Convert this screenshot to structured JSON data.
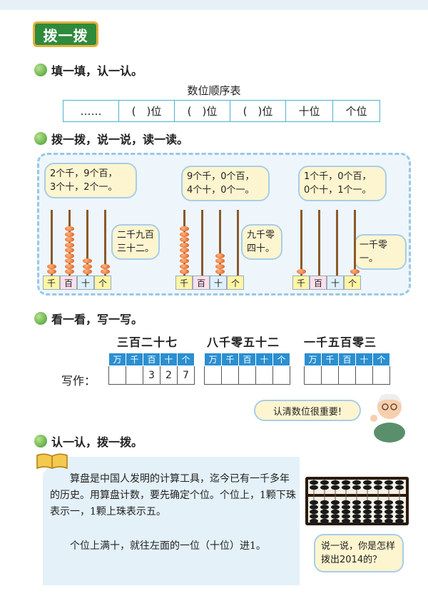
{
  "title": "拨一拨",
  "sections": {
    "fill": "填一填，认一认。",
    "dial": "拨一拨，说一说，读一读。",
    "look": "看一看，写一写。",
    "recognize": "认一认，拨一拨。"
  },
  "order_table": {
    "caption": "数位顺序表",
    "cells": [
      "……",
      "(　)位",
      "(　)位",
      "(　)位",
      "十位",
      "个位"
    ]
  },
  "abacus_panels": [
    {
      "count_text": "2个千，9个百，\n3个十，2个一。",
      "read_text": "二千九百\n三十二。",
      "digits": [
        2,
        9,
        3,
        2
      ]
    },
    {
      "count_text": "9个千，0个百，\n4个十，0个一。",
      "read_text": "九千零\n四十。",
      "digits": [
        9,
        0,
        4,
        0
      ]
    },
    {
      "count_text": "1个千，0个百，\n0个十，1个一。",
      "read_text": "一千零一。",
      "digits": [
        1,
        0,
        0,
        1
      ]
    }
  ],
  "place_labels": [
    "千",
    "百",
    "十",
    "个"
  ],
  "writing": {
    "label": "写作：",
    "headers": [
      "万",
      "千",
      "百",
      "十",
      "个"
    ],
    "items": [
      {
        "words": "三百二十七",
        "cells": [
          "",
          "",
          "3",
          "2",
          "7"
        ]
      },
      {
        "words": "八千零五十二",
        "cells": [
          "",
          "",
          "",
          "",
          ""
        ]
      },
      {
        "words": "一千五百零三",
        "cells": [
          "",
          "",
          "",
          "",
          ""
        ]
      }
    ]
  },
  "tip": "认清数位很重要!",
  "reading": {
    "p1": "算盘是中国人发明的计算工具，迄今已有一千多年的历史。用算盘计数，要先确定个位。个位上，1颗下珠表示一，1颗上珠表示五。",
    "p2": "个位上满十，就往左面的一位（十位）进1。"
  },
  "question": "说一说，你是怎样拨出2014的？",
  "colors": {
    "accent_green": "#2f8a3c",
    "bead": "#d8561b",
    "header_blue": "#2b8fd0"
  }
}
